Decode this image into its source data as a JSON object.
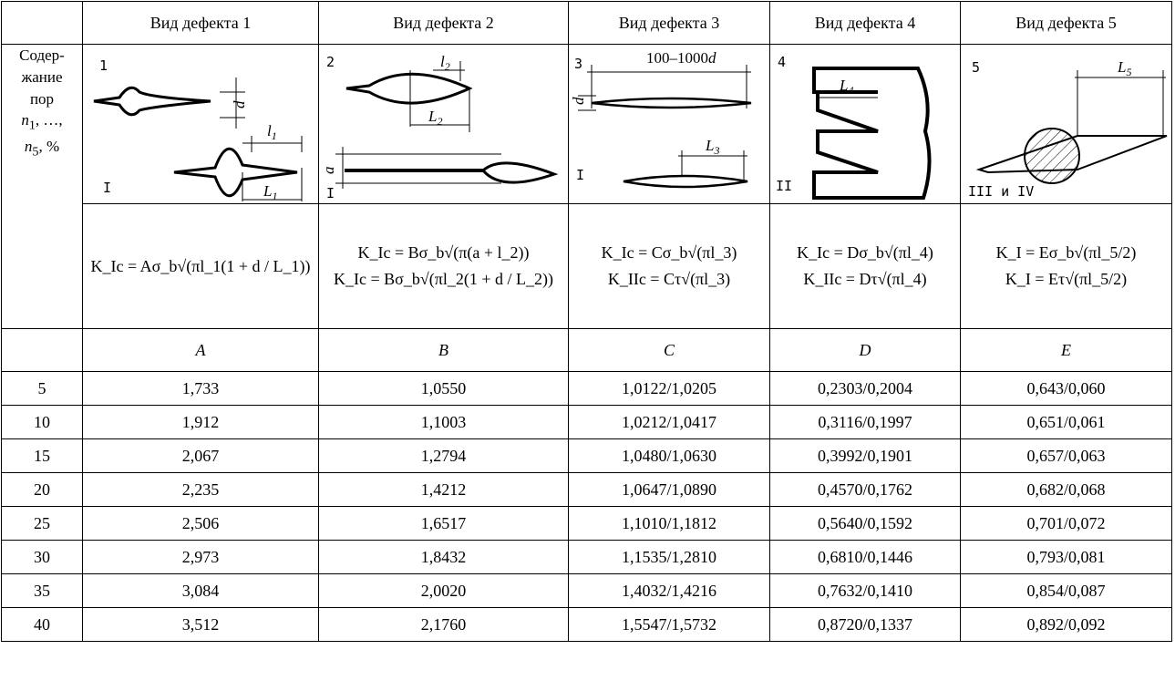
{
  "header": {
    "col1": "Вид дефекта 1",
    "col2": "Вид дефекта 2",
    "col3": "Вид дефекта 3",
    "col4": "Вид дефекта 4",
    "col5": "Вид дефекта 5"
  },
  "side_label": {
    "line1": "Содер-",
    "line2": "жание",
    "line3": "пор",
    "line4": "n",
    "line4_sub": "1",
    "line4_rest": ", …,",
    "line5": "n",
    "line5_sub": "5",
    "line5_rest": ", %"
  },
  "figures": {
    "f1": {
      "num": "1",
      "roman": "I",
      "d": "d",
      "l": "l",
      "l_sub": "1",
      "L": "L",
      "L_sub": "1"
    },
    "f2": {
      "num": "2",
      "roman": "I",
      "a": "a",
      "l": "l",
      "l_sub": "2",
      "L": "L",
      "L_sub": "2"
    },
    "f3": {
      "num": "3",
      "roman": "I",
      "range": "100–1000",
      "range_d": "d",
      "d": "d",
      "L": "L",
      "L_sub": "3"
    },
    "f4": {
      "num": "4",
      "roman": "II",
      "L": "L",
      "L_sub": "4"
    },
    "f5": {
      "num": "5",
      "roman": "III и IV",
      "L": "L",
      "L_sub": "5"
    }
  },
  "formulas": {
    "c1": [
      "K_Ic = Aσ_b√(πl_1(1 + d / L_1))"
    ],
    "c2": [
      "K_Ic = Bσ_b√(π(a + l_2))",
      "K_Ic = Bσ_b√(πl_2(1 + d / L_2))"
    ],
    "c3": [
      "K_Ic = Cσ_b√(πl_3)",
      "K_IIc = Cτ√(πl_3)"
    ],
    "c4": [
      "K_Ic = Dσ_b√(πl_4)",
      "K_IIc = Dτ√(πl_4)"
    ],
    "c5": [
      "K_I = Eσ_b√(πl_5/2)",
      "K_I = Eτ√(πl_5/2)"
    ]
  },
  "coef_letters": [
    "A",
    "B",
    "C",
    "D",
    "E"
  ],
  "rows": [
    {
      "n": "5",
      "A": "1,733",
      "B": "1,0550",
      "C": "1,0122/1,0205",
      "D": "0,2303/0,2004",
      "E": "0,643/0,060"
    },
    {
      "n": "10",
      "A": "1,912",
      "B": "1,1003",
      "C": "1,0212/1,0417",
      "D": "0,3116/0,1997",
      "E": "0,651/0,061"
    },
    {
      "n": "15",
      "A": "2,067",
      "B": "1,2794",
      "C": "1,0480/1,0630",
      "D": "0,3992/0,1901",
      "E": "0,657/0,063"
    },
    {
      "n": "20",
      "A": "2,235",
      "B": "1,4212",
      "C": "1,0647/1,0890",
      "D": "0,4570/0,1762",
      "E": "0,682/0,068"
    },
    {
      "n": "25",
      "A": "2,506",
      "B": "1,6517",
      "C": "1,1010/1,1812",
      "D": "0,5640/0,1592",
      "E": "0,701/0,072"
    },
    {
      "n": "30",
      "A": "2,973",
      "B": "1,8432",
      "C": "1,1535/1,2810",
      "D": "0,6810/0,1446",
      "E": "0,793/0,081"
    },
    {
      "n": "35",
      "A": "3,084",
      "B": "2,0020",
      "C": "1,4032/1,4216",
      "D": "0,7632/0,1410",
      "E": "0,854/0,087"
    },
    {
      "n": "40",
      "A": "3,512",
      "B": "2,1760",
      "C": "1,5547/1,5732",
      "D": "0,8720/0,1337",
      "E": "0,892/0,092"
    }
  ]
}
